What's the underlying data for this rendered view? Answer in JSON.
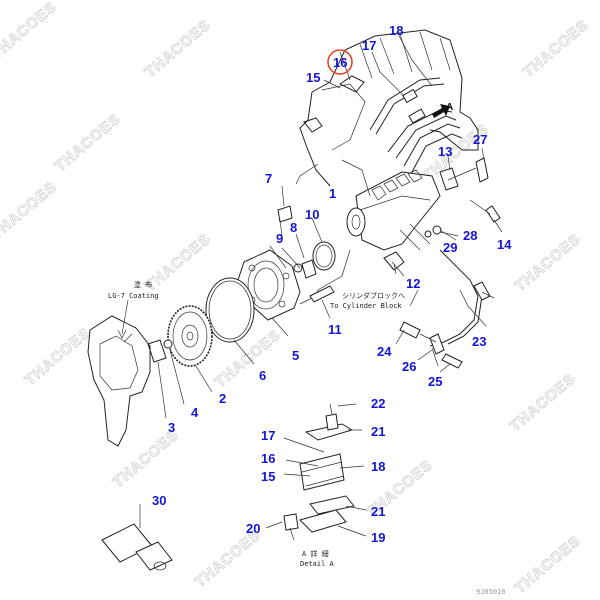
{
  "watermark": "THACOES",
  "highlight_color": "#e3472b",
  "label_color": "#1515d6",
  "callouts": [
    "1",
    "2",
    "3",
    "4",
    "5",
    "6",
    "7",
    "8",
    "9",
    "10",
    "11",
    "12",
    "13",
    "14",
    "15",
    "16",
    "17",
    "18",
    "19",
    "20",
    "21",
    "22",
    "23",
    "24",
    "25",
    "26",
    "27",
    "28",
    "29",
    "30"
  ],
  "detail_callouts": [
    "15",
    "16",
    "17",
    "18",
    "19",
    "20",
    "21",
    "21",
    "22"
  ],
  "notes": {
    "coating_jp": "塗 布",
    "coating_en": "LG-7 Coating",
    "cylinder_jp": "シリンダブロックへ",
    "cylinder_en": "To Cylinder Block",
    "arrow_a": "A",
    "detail_jp": "A 詳 細",
    "detail_en": "Detail A",
    "drawing_no": "9J05010"
  }
}
